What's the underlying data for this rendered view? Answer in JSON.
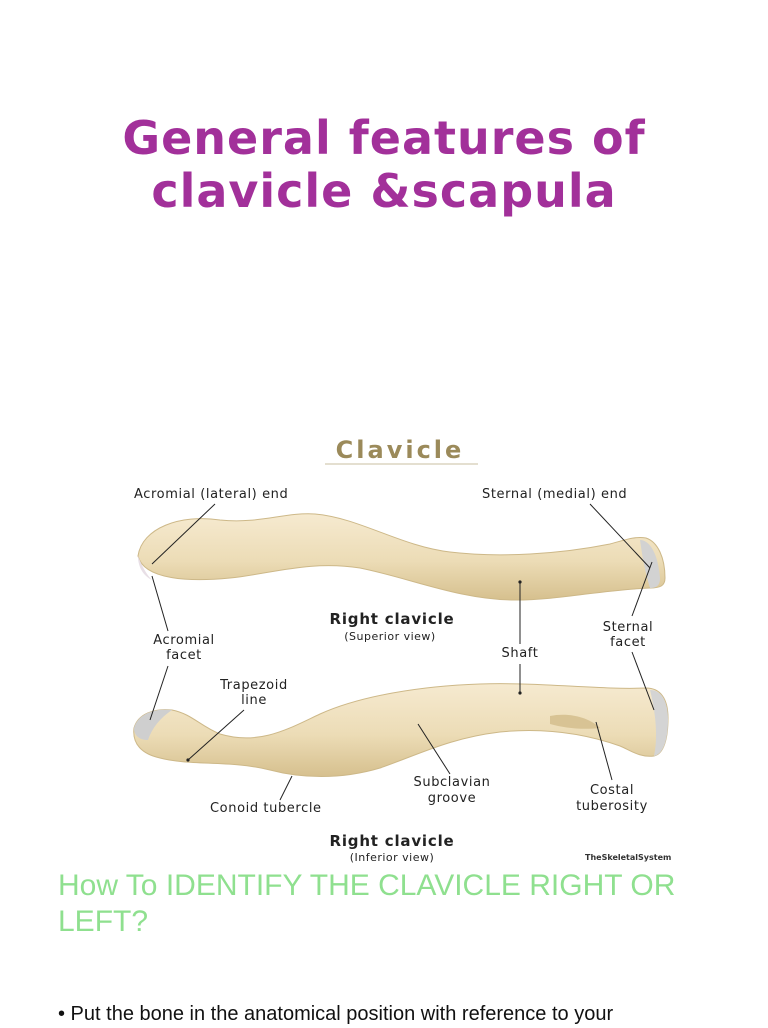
{
  "slide": {
    "title_line1": "General features of",
    "title_line2": "clavicle &scapula"
  },
  "figure": {
    "title": "Clavicle",
    "labels": {
      "acromial_end": "Acromial (lateral) end",
      "sternal_end": "Sternal (medial) end",
      "superior_caption": "Right clavicle",
      "superior_view": "(Superior view)",
      "acromial_facet_1": "Acromial",
      "acromial_facet_2": "facet",
      "shaft": "Shaft",
      "sternal_facet_1": "Sternal",
      "sternal_facet_2": "facet",
      "trapezoid_1": "Trapezoid",
      "trapezoid_2": "line",
      "subclavian_1": "Subclavian",
      "subclavian_2": "groove",
      "costal_1": "Costal",
      "costal_2": "tuberosity",
      "conoid": "Conoid tubercle",
      "inferior_caption": "Right clavicle",
      "inferior_view": "(Inferior view)",
      "credit": "TheSkeletalSystem"
    },
    "colors": {
      "bone": "#ecdcb6",
      "bone_shade": "#d8c394",
      "facet": "#cfcfcf"
    }
  },
  "question": "How To IDENTIFY THE CLAVICLE RIGHT OR LEFT?",
  "bullet": "• Put the bone in the anatomical position with reference to your"
}
